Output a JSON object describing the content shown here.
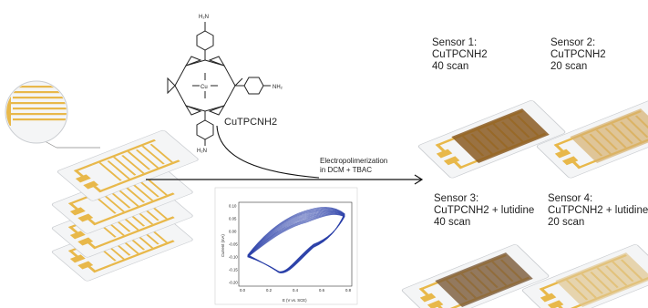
{
  "colors": {
    "gold": "#e8b84a",
    "gold_light": "#f3d27d",
    "substrate": "#f4f5f6",
    "film_dark": "#8a5a22",
    "film_light": "#d6b070",
    "cv_curve": "#2a3fa8"
  },
  "molecule": {
    "name": "CuTPCNH2",
    "metal": "Cu",
    "amine_top": "H₂N",
    "amine_right": "NH₂",
    "amine_bottom": "H₂N"
  },
  "reaction": {
    "condition_line1": "Electropolimerization",
    "condition_line2": "in DCM + TBAC"
  },
  "sensors": [
    {
      "line1": "Sensor 1:",
      "line2": "CuTPCNH2",
      "line3": "40 scan"
    },
    {
      "line1": "Sensor 2:",
      "line2": "CuTPCNH2",
      "line3": "20 scan"
    },
    {
      "line1": "Sensor 3:",
      "line2": "CuTPCNH2 + lutidine",
      "line3": "40 scan"
    },
    {
      "line1": "Sensor 4:",
      "line2": "CuTPCNH2 + lutidine",
      "line3": "20 scan"
    }
  ],
  "cv_plot": {
    "xlabel": "E (V vs. SCE)",
    "ylabel": "Current (mA)",
    "xticks": [
      "0.0",
      "0.2",
      "0.4",
      "0.6",
      "0.8"
    ],
    "yticks": [
      "0.10",
      "0.05",
      "0.00",
      "-0.05",
      "-0.10",
      "-0.15",
      "-0.20"
    ]
  }
}
